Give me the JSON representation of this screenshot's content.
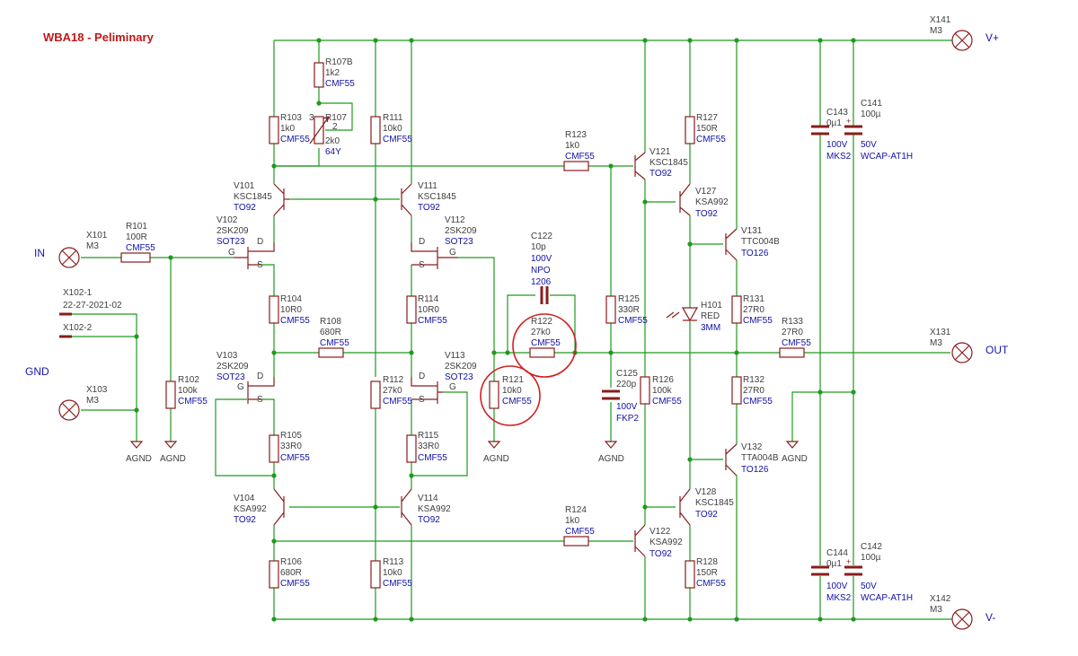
{
  "title": "WBA18  - Peliminary",
  "nets": {
    "in": "IN",
    "gnd": "GND",
    "vplus": "V+",
    "vminus": "V-",
    "out": "OUT",
    "agnd": "AGND"
  },
  "connectors": [
    {
      "ref": "X101",
      "val": "M3"
    },
    {
      "ref": "X103",
      "val": "M3"
    },
    {
      "ref": "X141",
      "val": "M3"
    },
    {
      "ref": "X131",
      "val": "M3"
    },
    {
      "ref": "X142",
      "val": "M3"
    },
    {
      "ref": "X102-1",
      "val": "22-27-2021-02"
    },
    {
      "ref": "X102-2",
      "val": ""
    }
  ],
  "resistors": [
    {
      "ref": "R101",
      "val": "100R",
      "pkg": "CMF55"
    },
    {
      "ref": "R102",
      "val": "100k",
      "pkg": "CMF55"
    },
    {
      "ref": "R103",
      "val": "1k0",
      "pkg": "CMF55"
    },
    {
      "ref": "R107B",
      "val": "1k2",
      "pkg": "CMF55"
    },
    {
      "ref": "R107",
      "val": "2k0",
      "pkg": "64Y",
      "pin": "2",
      "pin3": "3"
    },
    {
      "ref": "R111",
      "val": "10k0",
      "pkg": "CMF55"
    },
    {
      "ref": "R104",
      "val": "10R0",
      "pkg": "CMF55"
    },
    {
      "ref": "R108",
      "val": "680R",
      "pkg": "CMF55"
    },
    {
      "ref": "R114",
      "val": "10R0",
      "pkg": "CMF55"
    },
    {
      "ref": "R105",
      "val": "33R0",
      "pkg": "CMF55"
    },
    {
      "ref": "R115",
      "val": "33R0",
      "pkg": "CMF55"
    },
    {
      "ref": "R112",
      "val": "27k0",
      "pkg": "CMF55"
    },
    {
      "ref": "R106",
      "val": "680R",
      "pkg": "CMF55"
    },
    {
      "ref": "R113",
      "val": "10k0",
      "pkg": "CMF55"
    },
    {
      "ref": "R121",
      "val": "10k0",
      "pkg": "CMF55"
    },
    {
      "ref": "R122",
      "val": "27k0",
      "pkg": "CMF55"
    },
    {
      "ref": "R123",
      "val": "1k0",
      "pkg": "CMF55"
    },
    {
      "ref": "R124",
      "val": "1k0",
      "pkg": "CMF55"
    },
    {
      "ref": "R125",
      "val": "330R",
      "pkg": "CMF55"
    },
    {
      "ref": "R126",
      "val": "100k",
      "pkg": "CMF55"
    },
    {
      "ref": "R127",
      "val": "150R",
      "pkg": "CMF55"
    },
    {
      "ref": "R128",
      "val": "150R",
      "pkg": "CMF55"
    },
    {
      "ref": "R131",
      "val": "27R0",
      "pkg": "CMF55"
    },
    {
      "ref": "R132",
      "val": "27R0",
      "pkg": "CMF55"
    },
    {
      "ref": "R133",
      "val": "27R0",
      "pkg": "CMF55"
    }
  ],
  "transistors": [
    {
      "ref": "V101",
      "val": "KSC1845",
      "pkg": "TO92"
    },
    {
      "ref": "V111",
      "val": "KSC1845",
      "pkg": "TO92"
    },
    {
      "ref": "V102",
      "val": "2SK209",
      "pkg": "SOT23"
    },
    {
      "ref": "V112",
      "val": "2SK209",
      "pkg": "SOT23"
    },
    {
      "ref": "V103",
      "val": "2SK209",
      "pkg": "SOT23"
    },
    {
      "ref": "V113",
      "val": "2SK209",
      "pkg": "SOT23"
    },
    {
      "ref": "V104",
      "val": "KSA992",
      "pkg": "TO92"
    },
    {
      "ref": "V114",
      "val": "KSA992",
      "pkg": "TO92"
    },
    {
      "ref": "V121",
      "val": "KSC1845",
      "pkg": "TO92"
    },
    {
      "ref": "V122",
      "val": "KSA992",
      "pkg": "TO92"
    },
    {
      "ref": "V127",
      "val": "KSA992",
      "pkg": "TO92"
    },
    {
      "ref": "V128",
      "val": "KSC1845",
      "pkg": "TO92"
    },
    {
      "ref": "V131",
      "val": "TTC004B",
      "pkg": "TO126"
    },
    {
      "ref": "V132",
      "val": "TTA004B",
      "pkg": "TO126"
    }
  ],
  "fet_pins": {
    "d": "D",
    "g": "G",
    "s": "S"
  },
  "capacitors": [
    {
      "ref": "C122",
      "val": "10p",
      "rating": "100V",
      "type": "NPO",
      "pkg": "1206"
    },
    {
      "ref": "C125",
      "val": "220p",
      "rating": "100V",
      "type": "FKP2"
    },
    {
      "ref": "C143",
      "val": "0µ1",
      "rating": "100V",
      "type": "MKS2"
    },
    {
      "ref": "C141",
      "val": "100µ",
      "rating": "50V",
      "type": "WCAP-AT1H"
    },
    {
      "ref": "C144",
      "val": "0µ1",
      "rating": "100V",
      "type": "MKS2"
    },
    {
      "ref": "C142",
      "val": "100µ",
      "rating": "50V",
      "type": "WCAP-AT1H"
    }
  ],
  "led": {
    "ref": "H101",
    "val": "RED",
    "pkg": "3MM"
  },
  "colors": {
    "wire": "#1e9b1e",
    "component": "#8a1c1c",
    "package": "#1010a8",
    "title": "#c01818",
    "highlight": "#d02020"
  }
}
